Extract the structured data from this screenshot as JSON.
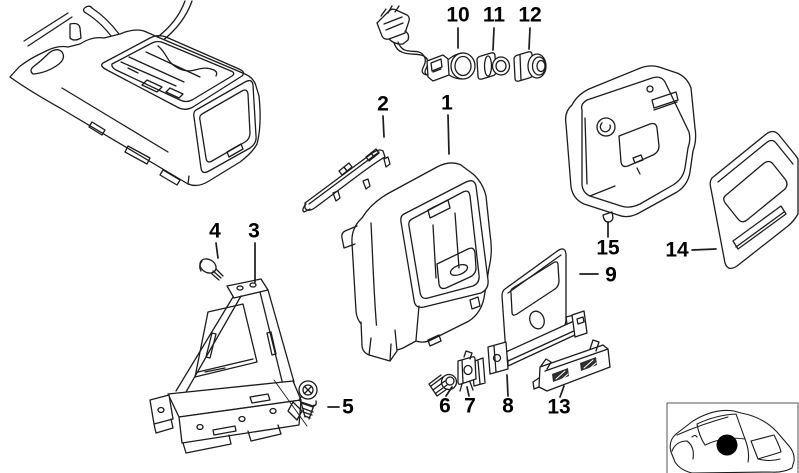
{
  "page": {
    "background": "#ffffff",
    "line_color": "#1c1c1c",
    "label_color": "#000000",
    "slot_fill": "#2e2e2e",
    "dot_color": "#000000"
  },
  "callouts": {
    "c1": "1",
    "c2": "2",
    "c3": "3",
    "c4": "4",
    "c5": "5",
    "c6": "6",
    "c7": "7",
    "c8": "8",
    "c9": "9",
    "c10": "10",
    "c11": "11",
    "c12": "12",
    "c13": "13",
    "c14": "14",
    "c15": "15"
  },
  "inset": {
    "icon": "car-location-icon"
  }
}
